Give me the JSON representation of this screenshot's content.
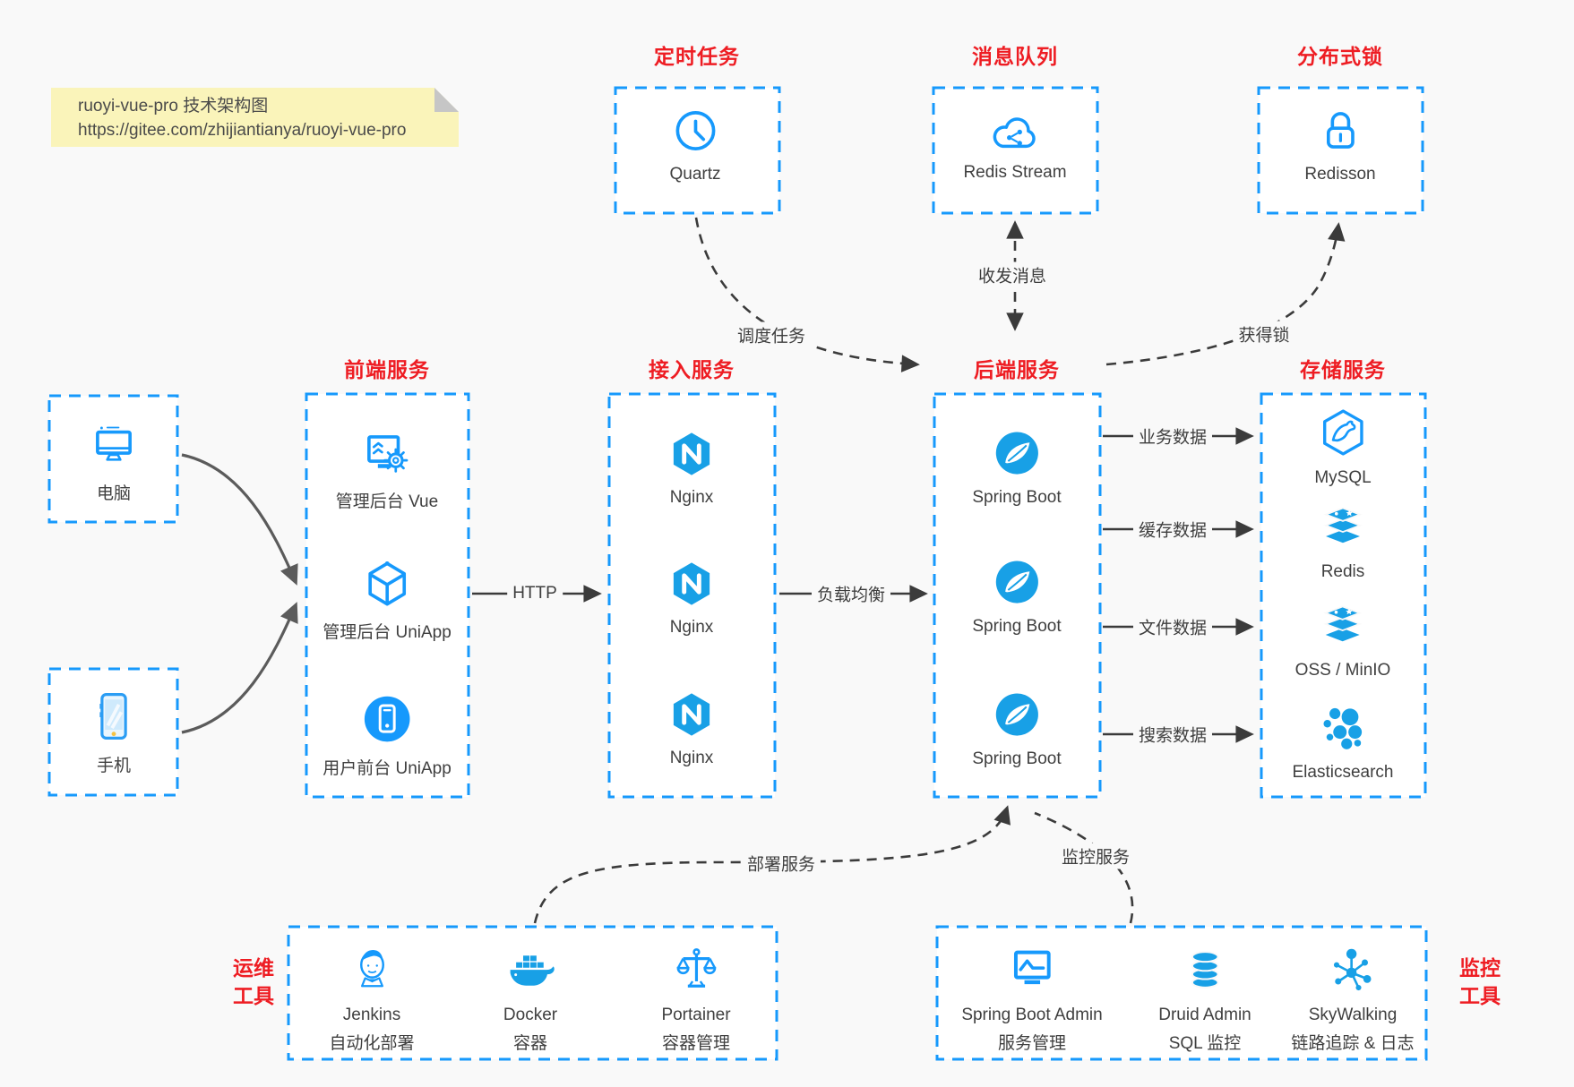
{
  "note": {
    "line1": "ruoyi-vue-pro 技术架构图",
    "line2": "https://gitee.com/zhijiantianya/ruoyi-vue-pro"
  },
  "colors": {
    "page_background": "#f9f9f9",
    "box_border_blue": "#1699fc",
    "icon_blue": "#18a0e6",
    "title_red": "#ee1d23",
    "arrow_dark": "#3b3b3b",
    "client_arrow_gray": "#5b5b5b",
    "note_yellow": "#faf4ba",
    "text_gray": "#3f3f3f"
  },
  "clusters": {
    "scheduled_jobs": {
      "title": "定时任务",
      "item": {
        "label": "Quartz",
        "icon": "clock-icon"
      }
    },
    "message_queue": {
      "title": "消息队列",
      "item": {
        "label": "Redis Stream",
        "icon": "cloud-stream-icon"
      }
    },
    "distributed_lock": {
      "title": "分布式锁",
      "item": {
        "label": "Redisson",
        "icon": "lock-icon"
      }
    },
    "clients": {
      "pc": {
        "label": "电脑",
        "icon": "desktop-icon"
      },
      "mobile": {
        "label": "手机",
        "icon": "smartphone-icon"
      }
    },
    "frontend": {
      "title": "前端服务",
      "items": [
        {
          "label": "管理后台 Vue",
          "icon": "admin-vue-icon"
        },
        {
          "label": "管理后台 UniApp",
          "icon": "uniapp-cube-icon"
        },
        {
          "label": "用户前台 UniApp",
          "icon": "user-app-icon"
        }
      ]
    },
    "gateway": {
      "title": "接入服务",
      "items": [
        {
          "label": "Nginx",
          "icon": "nginx-icon"
        },
        {
          "label": "Nginx",
          "icon": "nginx-icon"
        },
        {
          "label": "Nginx",
          "icon": "nginx-icon"
        }
      ]
    },
    "backend": {
      "title": "后端服务",
      "items": [
        {
          "label": "Spring Boot",
          "icon": "spring-leaf-icon"
        },
        {
          "label": "Spring Boot",
          "icon": "spring-leaf-icon"
        },
        {
          "label": "Spring Boot",
          "icon": "spring-leaf-icon"
        }
      ]
    },
    "storage": {
      "title": "存储服务",
      "items": [
        {
          "label": "MySQL",
          "icon": "mysql-dolphin-icon"
        },
        {
          "label": "Redis",
          "icon": "redis-stack-icon"
        },
        {
          "label": "OSS / MinIO",
          "icon": "storage-stack-icon"
        },
        {
          "label": "Elasticsearch",
          "icon": "elasticsearch-cluster-icon"
        }
      ]
    },
    "ops_tools": {
      "title_lines": [
        "运维",
        "工具"
      ],
      "items": [
        {
          "name": "Jenkins",
          "desc": "自动化部署",
          "icon": "jenkins-butler-icon"
        },
        {
          "name": "Docker",
          "desc": "容器",
          "icon": "docker-whale-icon"
        },
        {
          "name": "Portainer",
          "desc": "容器管理",
          "icon": "scales-icon"
        }
      ]
    },
    "monitor_tools": {
      "title_lines": [
        "监控",
        "工具"
      ],
      "items": [
        {
          "name": "Spring Boot Admin",
          "desc": "服务管理",
          "icon": "monitor-pulse-icon"
        },
        {
          "name": "Druid Admin",
          "desc": "SQL 监控",
          "icon": "database-icon"
        },
        {
          "name": "SkyWalking",
          "desc": "链路追踪 & 日志",
          "icon": "topology-icon"
        }
      ]
    }
  },
  "edges": {
    "http": "HTTP",
    "load_balance": "负载均衡",
    "schedule_job": "调度任务",
    "send_receive_message": "收发消息",
    "acquire_lock": "获得锁",
    "business_data": "业务数据",
    "cache_data": "缓存数据",
    "file_data": "文件数据",
    "search_data": "搜索数据",
    "deploy_service": "部署服务",
    "monitor_service": "监控服务"
  }
}
